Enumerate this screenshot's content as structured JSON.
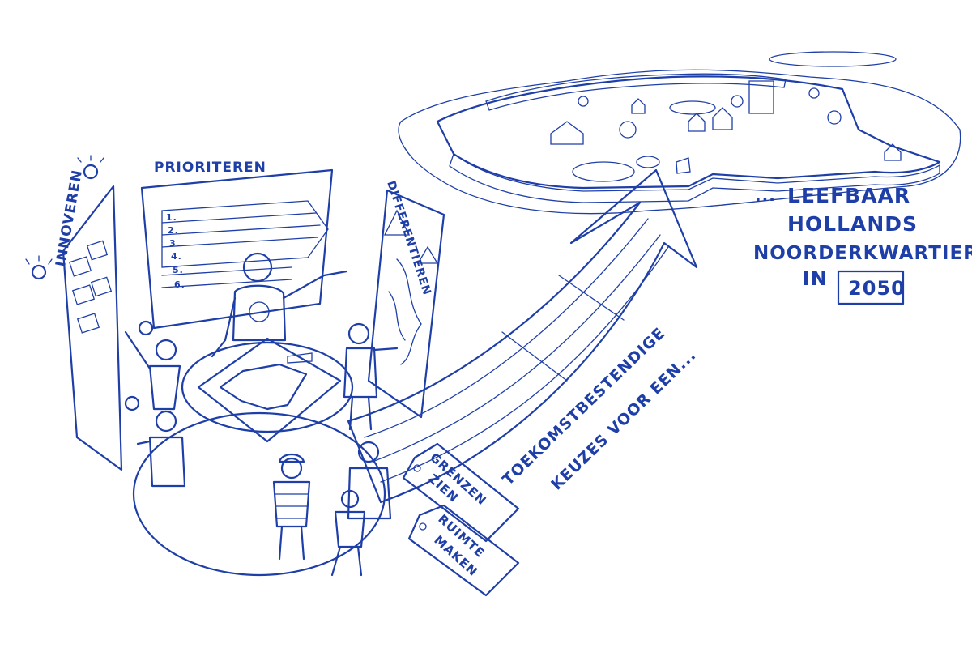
{
  "labels": {
    "innoveren": "INNOVEREN",
    "prioriteren": "PRIORITEREN",
    "differentieren": "DIFFERENTIEREN",
    "list": [
      "1.",
      "2.",
      "3.",
      "4.",
      "5.",
      "6."
    ],
    "arrow_line1": "TOEKOMSTBESTENDIGE",
    "arrow_line2": "KEUZES VOOR EEN...",
    "tag_grenzen_1": "GRENZEN",
    "tag_grenzen_2": "ZIEN",
    "tag_ruimte_1": "RUIMTE",
    "tag_ruimte_2": "MAKEN",
    "goal_dots": "...",
    "goal_line1": "LEEFBAAR",
    "goal_line2": "HOLLANDS",
    "goal_line3": "NOORDERKWARTIER",
    "goal_in": "IN",
    "goal_year": "2050"
  },
  "colors": {
    "ink": "#1f3fa8",
    "land_green": "#b4c43e",
    "water_blue": "#a9cdee",
    "figure_blue": "#4a8fdc",
    "floor_gray": "#dfe0e6",
    "sand": "#ece2c8"
  }
}
